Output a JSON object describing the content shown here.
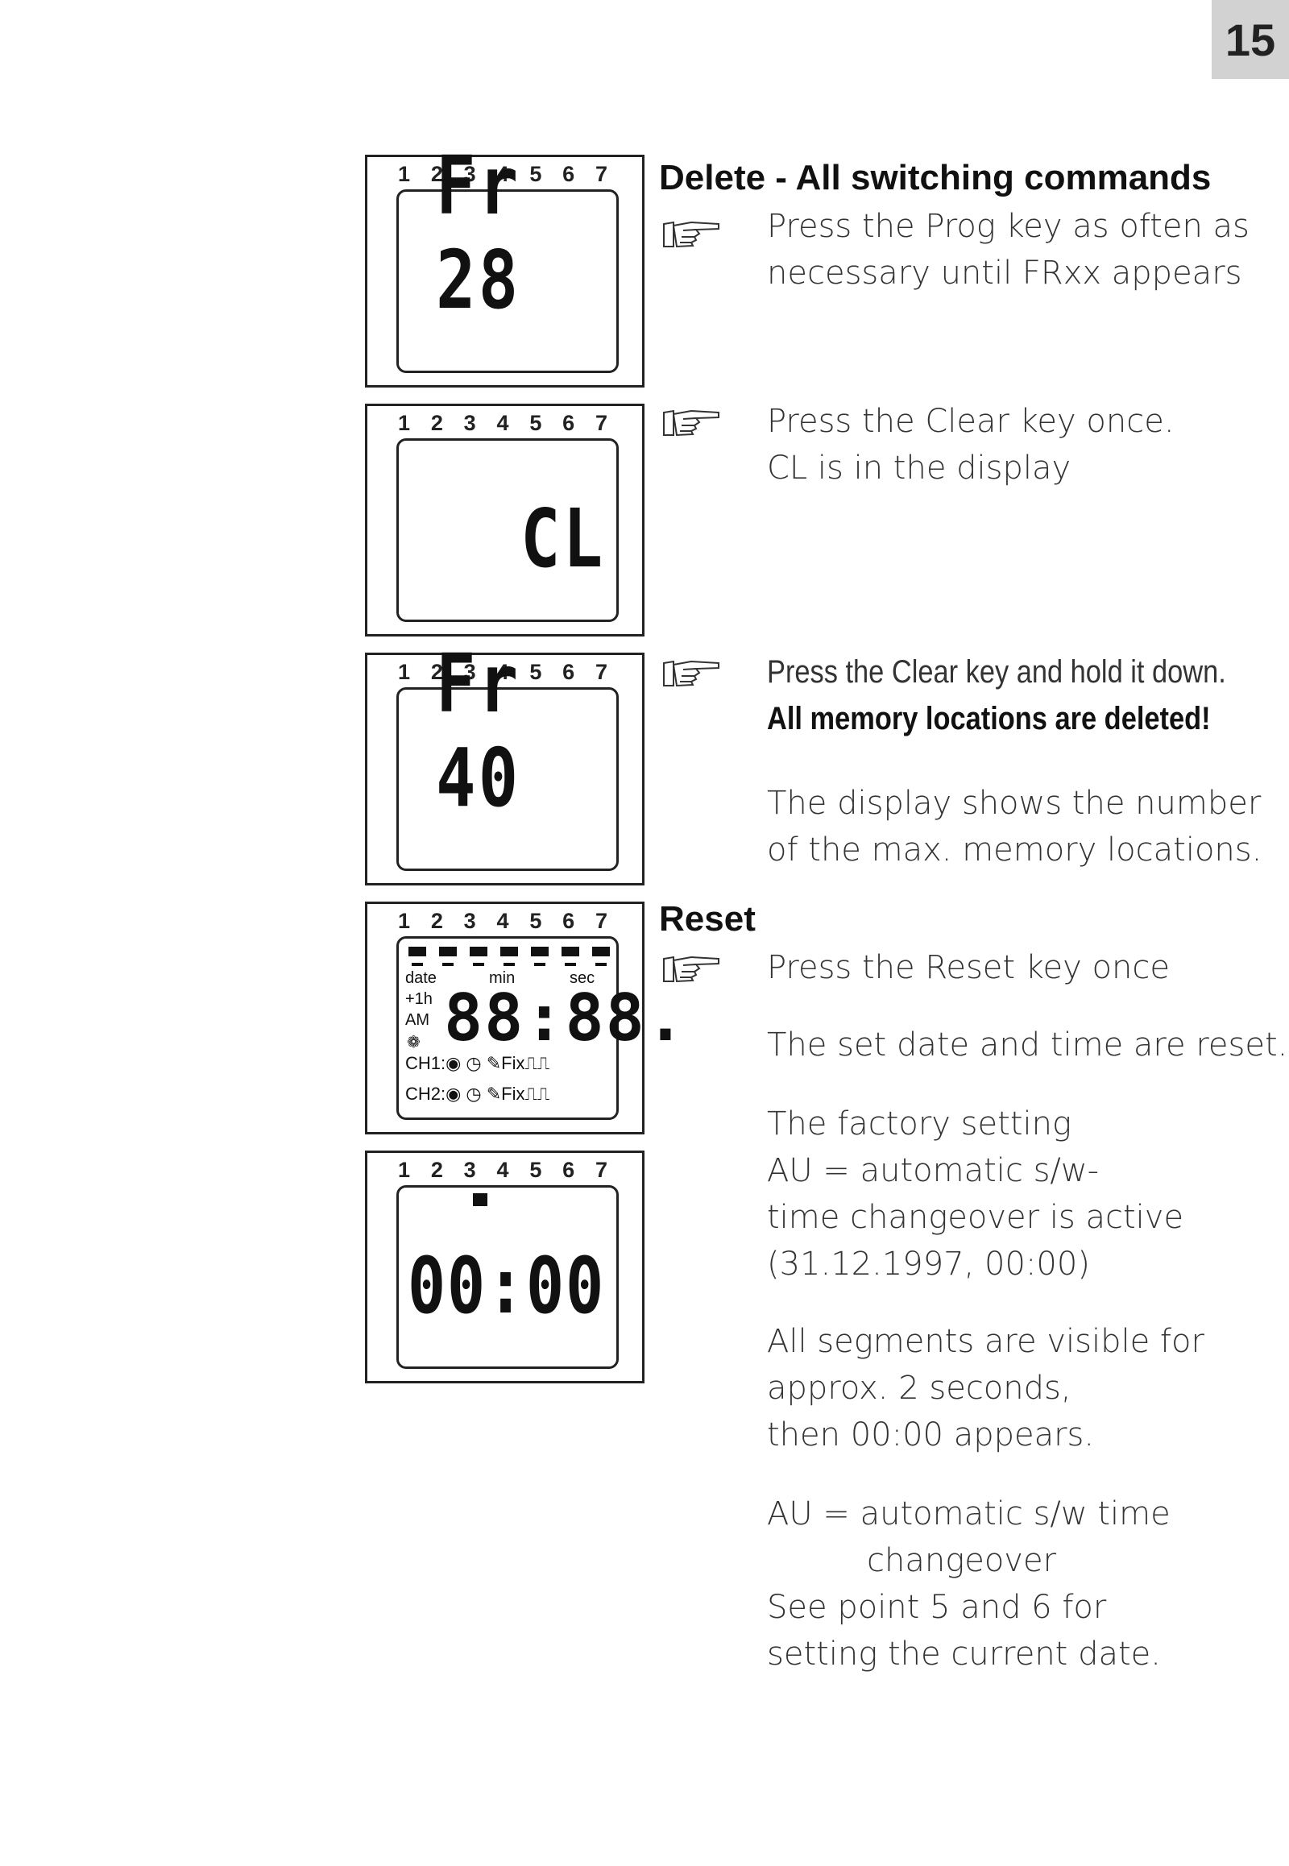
{
  "page_number": "15",
  "weekdays": [
    "1",
    "2",
    "3",
    "4",
    "5",
    "6",
    "7"
  ],
  "displays": {
    "d1": "Fr 28",
    "d2": "CL",
    "d3": "Fr 40",
    "d4": {
      "date_label": "date",
      "min_label": "min",
      "sec_label": "sec",
      "plus1h_label": "+1h",
      "am_label": "AM",
      "digits": "88:88.",
      "ch1": "CH1:◉ ◷ ✎Fix⎍⎍",
      "ch2": "CH2:◉ ◷ ✎Fix⎍⎍"
    },
    "d5": "00:00"
  },
  "sections": {
    "delete_heading": "Delete - All switching commands",
    "reset_heading": "Reset"
  },
  "steps": {
    "s1": [
      "Press the Prog key as often as",
      "necessary until FRxx appears"
    ],
    "s2": [
      "Press the Clear key once.",
      "CL is in the display"
    ],
    "s3": "Press the Clear key and hold it down.",
    "s3_bold": "All memory locations are deleted!",
    "s3_note": [
      "The display shows the number",
      "of the max. memory locations."
    ],
    "r1": "Press the Reset key once",
    "r2": "The set date and time are reset.",
    "r3": [
      "The factory setting",
      "AU = automatic s/w-",
      "time changeover is active",
      "(31.12.1997, 00:00)"
    ],
    "r4": [
      "All segments are visible for",
      "approx. 2 seconds,",
      "then 00:00 appears."
    ],
    "r5": [
      "AU = automatic s/w time",
      "changeover",
      "See point 5 and 6 for",
      "setting the current date."
    ]
  }
}
